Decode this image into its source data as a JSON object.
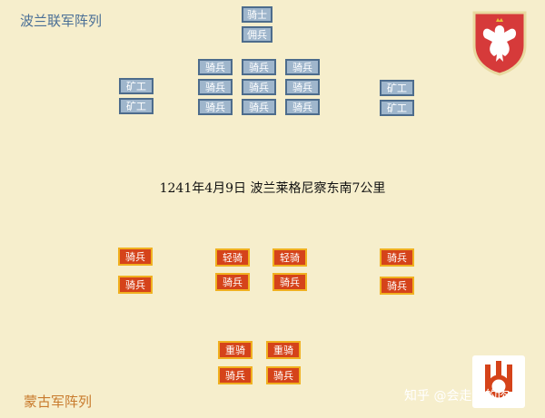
{
  "titles": {
    "poland": "波兰联军阵列",
    "mongol": "蒙古军阵列"
  },
  "caption": "1241年4月9日   波兰莱格尼察东南7公里",
  "poland_units": {
    "knight": "骑士",
    "mercenary": "佣兵",
    "cavalry": "骑兵",
    "miner": "矿工"
  },
  "mongol_units": {
    "cavalry": "骑兵",
    "light_cavalry": "轻骑",
    "heavy_cavalry": "重骑"
  },
  "watermark": "知乎 @会走路的肉",
  "colors": {
    "background": "#f6eecc",
    "poland_fill": "#9fb6cc",
    "poland_border": "#4d6c8c",
    "mongol_fill": "#d5431a",
    "mongol_border": "#f0b020"
  }
}
